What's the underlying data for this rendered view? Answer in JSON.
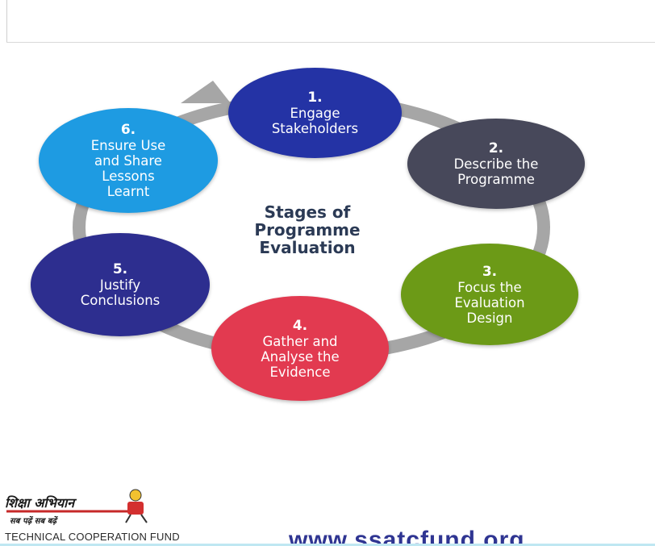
{
  "diagram": {
    "center_title": "Stages of\nProgramme\nEvaluation",
    "stages": [
      {
        "number": "1.",
        "label": "Engage\nStakeholders",
        "color": "#2433a5"
      },
      {
        "number": "2.",
        "label": "Describe the\nProgramme",
        "color": "#47485a"
      },
      {
        "number": "3.",
        "label": "Focus the\nEvaluation\nDesign",
        "color": "#6c9a17"
      },
      {
        "number": "4.",
        "label": "Gather and\nAnalyse the\nEvidence",
        "color": "#e23a50"
      },
      {
        "number": "5.",
        "label": "Justify\nConclusions",
        "color": "#2d2e8f"
      },
      {
        "number": "6.",
        "label": "Ensure Use\nand Share\nLessons\nLearnt",
        "color": "#1e9be2"
      }
    ],
    "ring_color": "#a6a6a6"
  },
  "footer": {
    "hindi_title": "शिक्षा अभियान",
    "hindi_tagline": "सब पढ़ें सब बढ़ें",
    "fund_name": "TECHNICAL COOPERATION FUND",
    "website": "www.ssatcfund.org",
    "brand_color": "#2f3592"
  }
}
